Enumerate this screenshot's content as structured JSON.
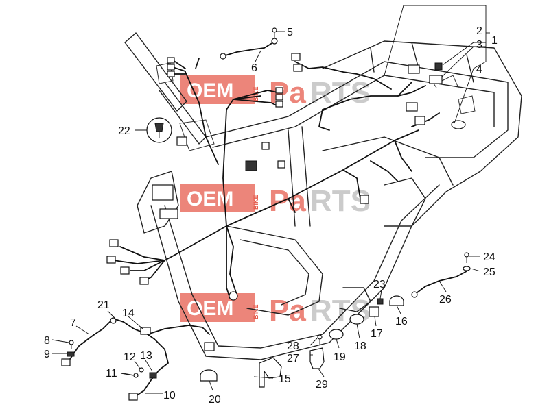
{
  "watermark": {
    "text_oem": "OEM",
    "text_bike": "BIKE",
    "text_parts_prefix": "Pa",
    "text_parts_suffix": "RTS",
    "color_red": "#e2402f",
    "color_grey": "#9a9a9a"
  },
  "callouts": [
    {
      "id": "1",
      "label": "1"
    },
    {
      "id": "2",
      "label": "2"
    },
    {
      "id": "3",
      "label": "3"
    },
    {
      "id": "4",
      "label": "4"
    },
    {
      "id": "5",
      "label": "5"
    },
    {
      "id": "6",
      "label": "6"
    },
    {
      "id": "7",
      "label": "7"
    },
    {
      "id": "8",
      "label": "8"
    },
    {
      "id": "9",
      "label": "9"
    },
    {
      "id": "10",
      "label": "10"
    },
    {
      "id": "11",
      "label": "11"
    },
    {
      "id": "12",
      "label": "12"
    },
    {
      "id": "13",
      "label": "13"
    },
    {
      "id": "14",
      "label": "14"
    },
    {
      "id": "15",
      "label": "15"
    },
    {
      "id": "16",
      "label": "16"
    },
    {
      "id": "17",
      "label": "17"
    },
    {
      "id": "18",
      "label": "18"
    },
    {
      "id": "19",
      "label": "19"
    },
    {
      "id": "20",
      "label": "20"
    },
    {
      "id": "21",
      "label": "21"
    },
    {
      "id": "22",
      "label": "22"
    },
    {
      "id": "23",
      "label": "23"
    },
    {
      "id": "24",
      "label": "24"
    },
    {
      "id": "25",
      "label": "25"
    },
    {
      "id": "26",
      "label": "26"
    },
    {
      "id": "27",
      "label": "27"
    },
    {
      "id": "28",
      "label": "28"
    },
    {
      "id": "29",
      "label": "29"
    }
  ]
}
